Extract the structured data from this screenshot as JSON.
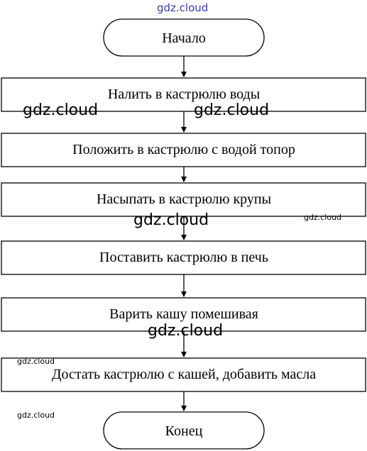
{
  "flowchart": {
    "start": "Начало",
    "steps": [
      "Налить в кастрюлю воды",
      "Положить в кастрюлю с водой топор",
      "Насыпать в кастрюлю крупы",
      "Поставить кастрюлю в печь",
      "Варить кашу помешивая",
      "Достать кастрюлю с кашей, добавить масла"
    ],
    "end": "Конец"
  },
  "watermarks": {
    "top": "gdz.cloud",
    "mark_1": "gdz.cloud",
    "mark_2": "gdz.cloud",
    "mark_3": "gdz.cloud",
    "mark_4": "gdz.cloud",
    "mark_5": "gdz.cloud",
    "mark_6": "gdz.cloud",
    "mark_7": "gdz.cloud"
  }
}
